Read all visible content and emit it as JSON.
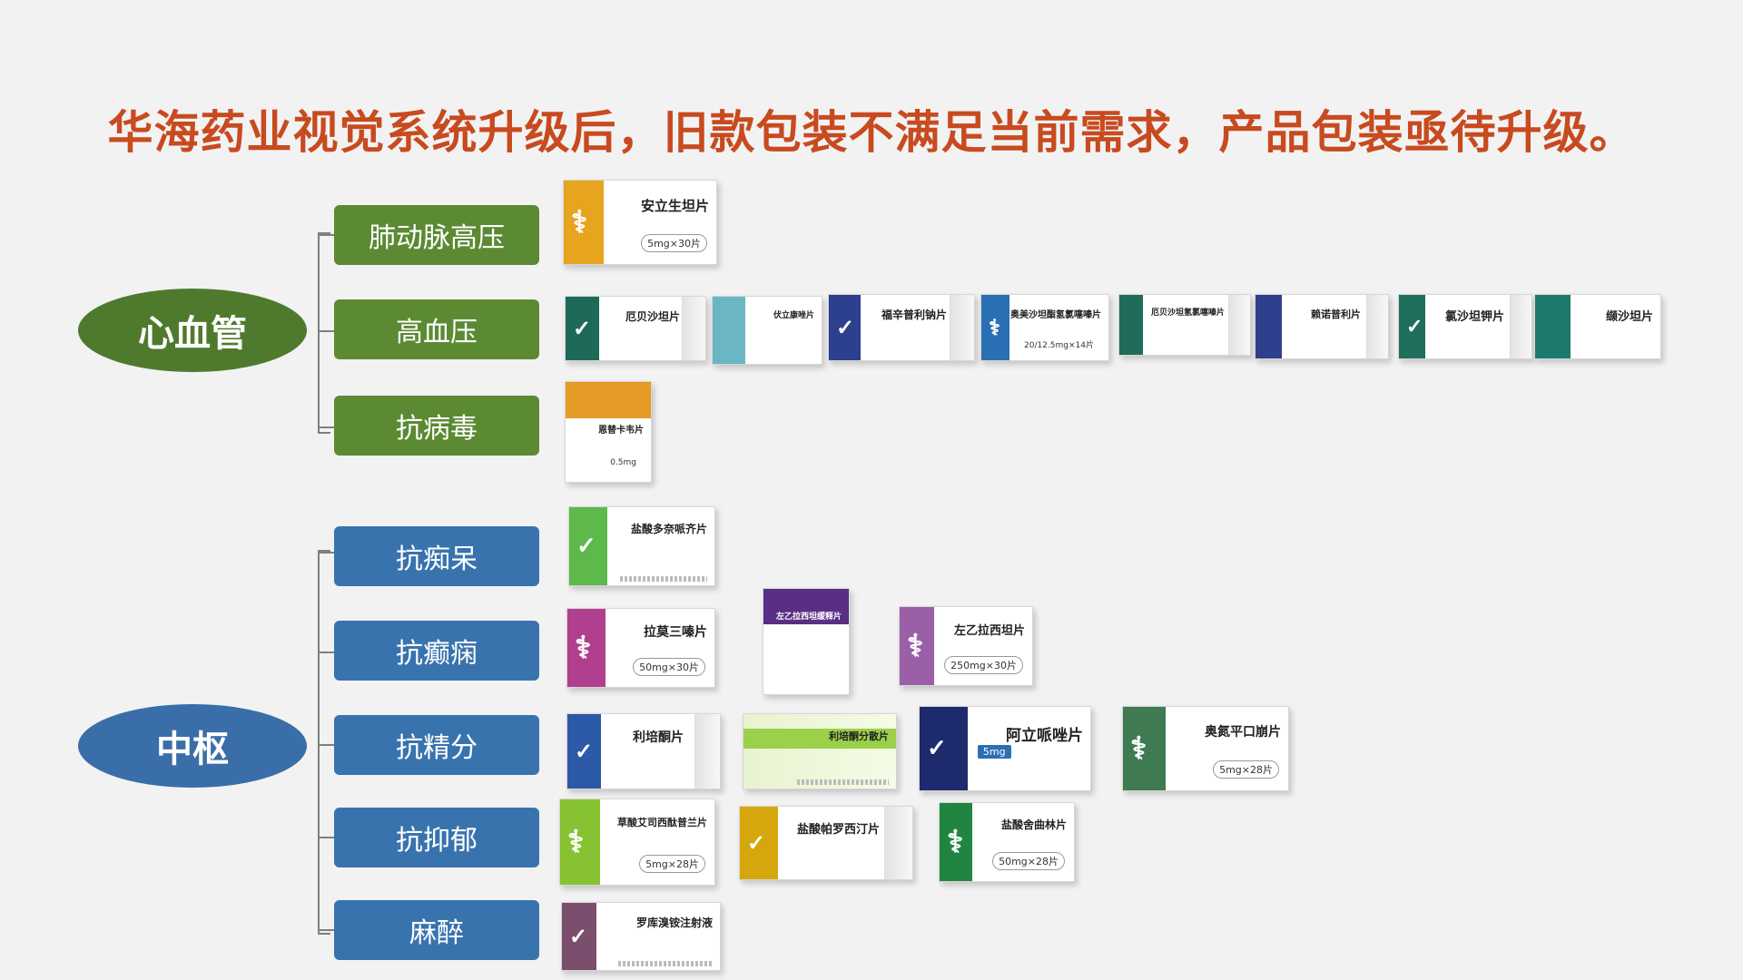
{
  "title": "华海药业视觉系统升级后，旧款包装不满足当前需求，产品包装亟待升级。",
  "categories": {
    "cardio": {
      "label": "心血管",
      "color": "#4f7a2e"
    },
    "cns": {
      "label": "中枢",
      "color": "#3a6ea8"
    }
  },
  "subcategories": {
    "pah": "肺动脉高压",
    "hypertension": "高血压",
    "antiviral": "抗病毒",
    "dementia": "抗痴呆",
    "epilepsy": "抗癫痫",
    "antipsychotic": "抗精分",
    "depression": "抗抑郁",
    "anesthesia": "麻醉"
  },
  "products": {
    "ambrisentan": {
      "name": "安立生坦片",
      "spec": "5mg×30片"
    },
    "irbesartan": {
      "name": "厄贝沙坦片",
      "spec": ""
    },
    "fosinopril_a": {
      "name": "伏立康唑片",
      "spec": ""
    },
    "fosinopril": {
      "name": "福辛普利钠片",
      "spec": ""
    },
    "olmesartan": {
      "name": "奥美沙坦酯氢氯噻嗪片",
      "spec": "20/12.5mg×14片"
    },
    "irb_hctz": {
      "name": "厄贝沙坦氢氯噻嗪片",
      "spec": ""
    },
    "benazepril": {
      "name": "赖诺普利片",
      "spec": ""
    },
    "losartan": {
      "name": "氯沙坦钾片",
      "spec": ""
    },
    "valsartan": {
      "name": "缬沙坦片",
      "spec": ""
    },
    "entecavir": {
      "name": "恩替卡韦片",
      "spec": "0.5mg"
    },
    "donepezil": {
      "name": "盐酸多奈哌齐片",
      "spec": ""
    },
    "lamotrigine": {
      "name": "拉莫三嗪片",
      "spec": "50mg×30片"
    },
    "levetiracetam_er": {
      "name": "左乙拉西坦缓释片",
      "spec": ""
    },
    "levetiracetam": {
      "name": "左乙拉西坦片",
      "spec": "250mg×30片"
    },
    "risperidone": {
      "name": "利培酮片",
      "spec": ""
    },
    "risperidone_d": {
      "name": "利培酮分散片",
      "spec": ""
    },
    "aripiprazole": {
      "name": "阿立哌唑片",
      "spec": "5mg"
    },
    "olanzapine": {
      "name": "奥氮平口崩片",
      "spec": "5mg×28片"
    },
    "escitalopram": {
      "name": "草酸艾司西酞普兰片",
      "spec": "5mg×28片"
    },
    "paroxetine": {
      "name": "盐酸帕罗西汀片",
      "spec": ""
    },
    "sertraline": {
      "name": "盐酸舍曲林片",
      "spec": "50mg×28片"
    },
    "rocuronium": {
      "name": "罗库溴铵注射液",
      "spec": ""
    }
  }
}
